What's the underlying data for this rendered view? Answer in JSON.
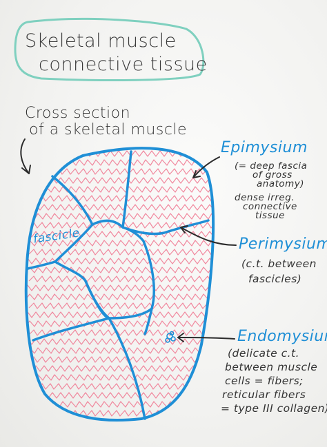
{
  "title": {
    "line1": "Skeletal muscle",
    "line2": "connective tissue"
  },
  "caption": {
    "line1": "Cross section",
    "line2": "of a skeletal muscle"
  },
  "fascicle_label": "fascicle",
  "epimysium": {
    "label": "Epimysium",
    "note_lines": [
      "(= deep fascia",
      "of gross",
      "anatomy)"
    ],
    "desc_lines": [
      "dense irreg.",
      "connective",
      "tissue"
    ]
  },
  "perimysium": {
    "label": "Perimysium",
    "desc_lines": [
      "(c.t. between",
      "fascicles)"
    ]
  },
  "endomysium": {
    "label": "Endomysium",
    "desc_lines": [
      "(delicate c.t.",
      "between muscle",
      "cells = fibers;",
      "reticular fibers",
      "= type III collagen)"
    ]
  },
  "colors": {
    "outline_blue": "#1f8fd6",
    "fiber_pink": "#f0768f",
    "title_box_teal": "#7fd0bf",
    "ink": "#2b2b2b"
  }
}
